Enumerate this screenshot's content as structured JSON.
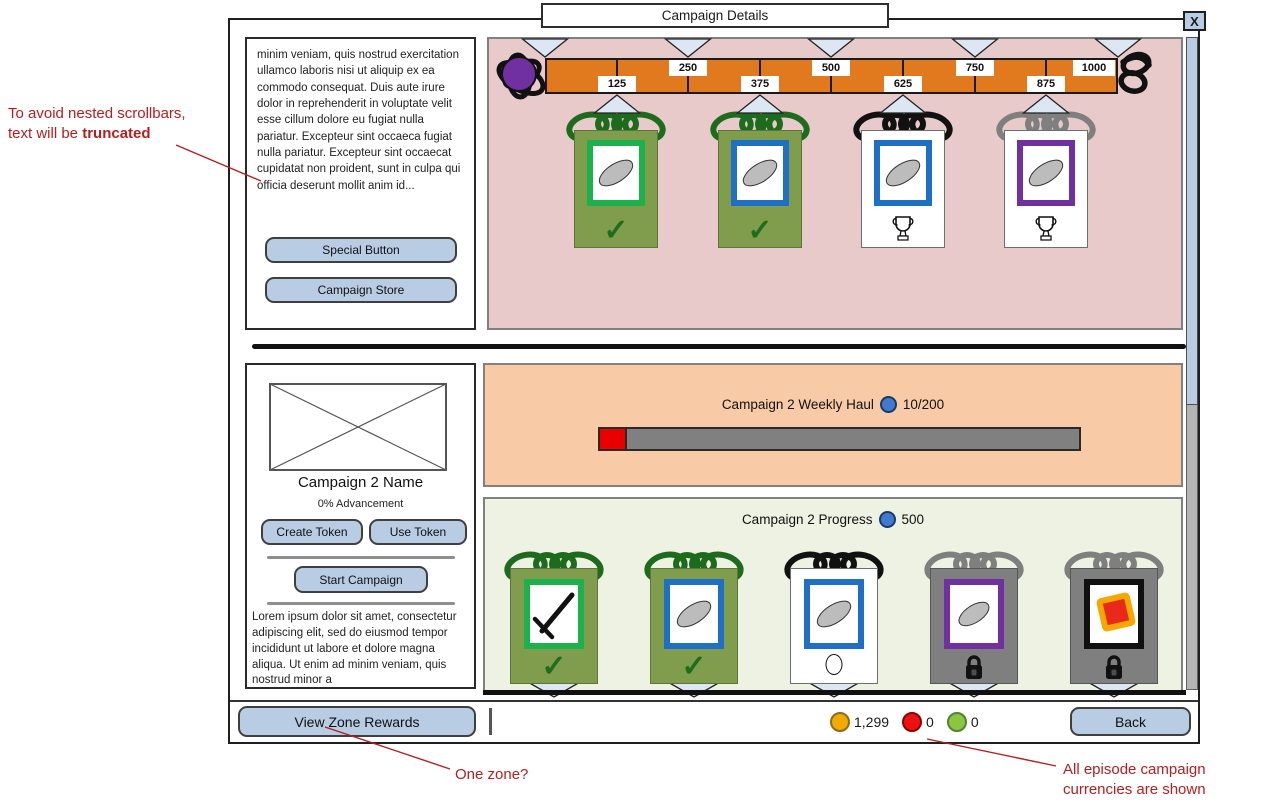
{
  "window": {
    "title": "Campaign Details",
    "close": "X"
  },
  "colors": {
    "panel_pink": "#e9caca",
    "panel_orange": "#f8cba6",
    "panel_green": "#eef2e3",
    "track_orange": "#e1791f",
    "button_blue": "#b8cce4",
    "claimed_green": "#7f9d4d",
    "locked_gray": "#7f7f7f",
    "frame_green": "#1db14e",
    "frame_blue": "#1f6fc4",
    "frame_purple": "#7030a0",
    "marker_purple": "#7030a0",
    "haul_red": "#e80000",
    "annotation_red": "#b22020",
    "currency_gold": "#f2a900",
    "currency_red": "#ee1111",
    "currency_green": "#8ac640"
  },
  "info_panel": {
    "text": "minim veniam, quis nostrud exercitation ullamco laboris nisi ut aliquip ex ea commodo consequat. Duis aute irure dolor in reprehenderit in voluptate velit esse cillum dolore eu fugiat nulla pariatur. Excepteur sint occaeca fugiat nulla pariatur. Excepteur sint occaecat cupidatat non proident, sunt in culpa qui officia deserunt mollit anim id...",
    "special_button": "Special Button",
    "store_button": "Campaign Store"
  },
  "milestone_track": {
    "upper_labels": [
      "250",
      "500",
      "750",
      "1000"
    ],
    "lower_labels": [
      "125",
      "375",
      "625",
      "875"
    ],
    "max_value": "1000",
    "rewards": [
      {
        "at": "125",
        "state": "claimed",
        "frame": "green",
        "badge": "check"
      },
      {
        "at": "375",
        "state": "claimed",
        "frame": "blue",
        "badge": "check"
      },
      {
        "at": "625",
        "state": "unclaimed",
        "frame": "blue",
        "badge": "trophy"
      },
      {
        "at": "875",
        "state": "unclaimed",
        "frame": "purple",
        "badge": "trophy"
      }
    ]
  },
  "campaign": {
    "name": "Campaign 2 Name",
    "advancement": "0% Advancement",
    "create_token": "Create Token",
    "use_token": "Use Token",
    "start_campaign": "Start Campaign",
    "description": "Lorem ipsum dolor sit amet, consectetur adipiscing elit, sed do eiusmod tempor incididunt ut labore et dolore magna aliqua. Ut enim ad minim veniam, quis nostrud minor a"
  },
  "weekly_haul": {
    "title": "Campaign 2 Weekly Haul",
    "value": "10/200",
    "progress_fraction": 0.05
  },
  "progress": {
    "title": "Campaign 2 Progress",
    "value": "500",
    "rewards": [
      {
        "state": "claimed",
        "frame": "green",
        "content": "x-sketch",
        "badge": "check"
      },
      {
        "state": "claimed",
        "frame": "blue",
        "content": "ellipse",
        "badge": "check"
      },
      {
        "state": "unclaimed",
        "frame": "blue",
        "content": "ellipse",
        "badge": "circle"
      },
      {
        "state": "locked",
        "frame": "purple",
        "content": "ellipse",
        "badge": "lock"
      },
      {
        "state": "locked",
        "frame": "black",
        "content": "red-square",
        "badge": "lock"
      }
    ]
  },
  "footer": {
    "view_zone_rewards": "View Zone Rewards",
    "back": "Back",
    "currencies": [
      {
        "name": "gold",
        "color": "#f2a900",
        "value": "1,299"
      },
      {
        "name": "red",
        "color": "#ee1111",
        "value": "0"
      },
      {
        "name": "green",
        "color": "#8ac640",
        "value": "0"
      }
    ]
  },
  "annotations": {
    "truncation_line1": "To avoid nested scrollbars,",
    "truncation_line2_prefix": "text will be ",
    "truncation_line2_bold": "truncated",
    "one_zone": "One zone?",
    "currencies_line1": "All episode campaign",
    "currencies_line2": "currencies are shown"
  }
}
